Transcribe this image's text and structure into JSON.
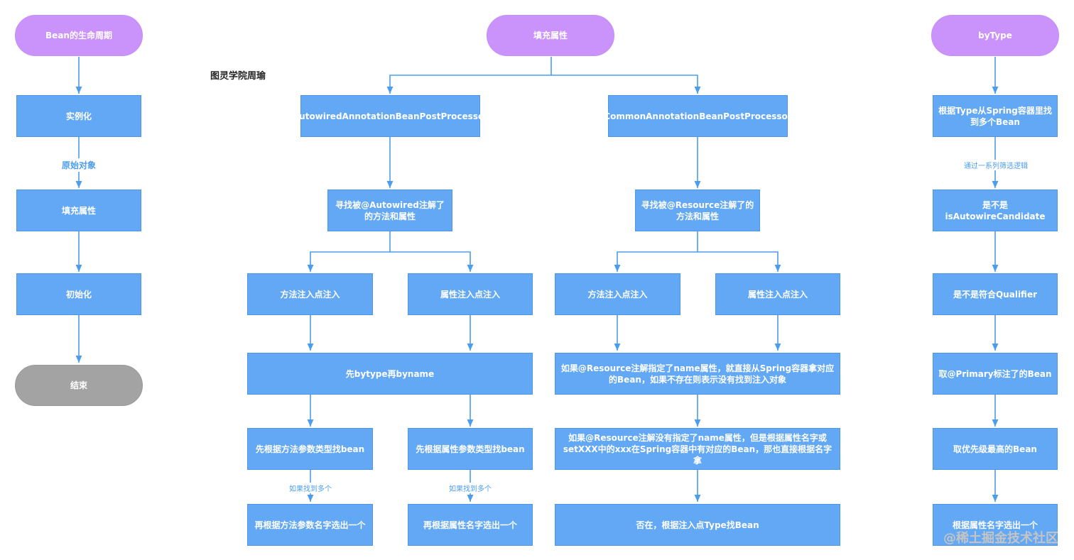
{
  "author": "图灵学院周瑜",
  "watermark": "@稀土掘金技术社区",
  "lifecycle": {
    "title": "Bean的生命周期",
    "instantiate": "实例化",
    "edge_label": "原始对象",
    "populate": "填充属性",
    "initialize": "初始化",
    "end": "结束"
  },
  "populate_flow": {
    "title": "填充属性",
    "autowired": {
      "processor": "AutowiredAnnotationBeanPostProcessor",
      "find": "寻找被@Autowired注解了的方法和属性",
      "method_inject": "方法注入点注入",
      "field_inject": "属性注入点注入",
      "strategy": "先bytype再byname",
      "method_by_type": "先根据方法参数类型找bean",
      "field_by_type": "先根据属性参数类型找bean",
      "if_multiple_1": "如果找到多个",
      "if_multiple_2": "如果找到多个",
      "method_by_name": "再根据方法参数名字选出一个",
      "field_by_name": "再根据属性名字选出一个"
    },
    "resource": {
      "processor": "CommonAnnotationBeanPostProcessor",
      "find": "寻找被@Resource注解了的方法和属性",
      "method_inject": "方法注入点注入",
      "field_inject": "属性注入点注入",
      "rule_name": "如果@Resource注解指定了name属性，就直接从Spring容器拿对应的Bean，如果不存在则表示没有找到注入对象",
      "rule_no_name": "如果@Resource注解没有指定了name属性，但是根据属性名字或setXXX中的xxx在Spring容器中有对应的Bean，那也直接根据名字拿",
      "otherwise": "否在，根据注入点Type找Bean"
    }
  },
  "by_type": {
    "title": "byType",
    "find_beans": "根据Type从Spring容器里找到多个Bean",
    "filter_label": "通过一系列筛选逻辑",
    "autowire_candidate": "是不是isAutowireCandidate",
    "qualifier": "是不是符合Qualifier",
    "primary": "取@Primary标注了的Bean",
    "priority": "取优先级最高的Bean",
    "by_name": "根据属性名字选出一个"
  },
  "colors": {
    "box": "#62a8f4",
    "pill": "#ca92fb",
    "end": "#a3a3a3",
    "line": "#4d9ded"
  }
}
